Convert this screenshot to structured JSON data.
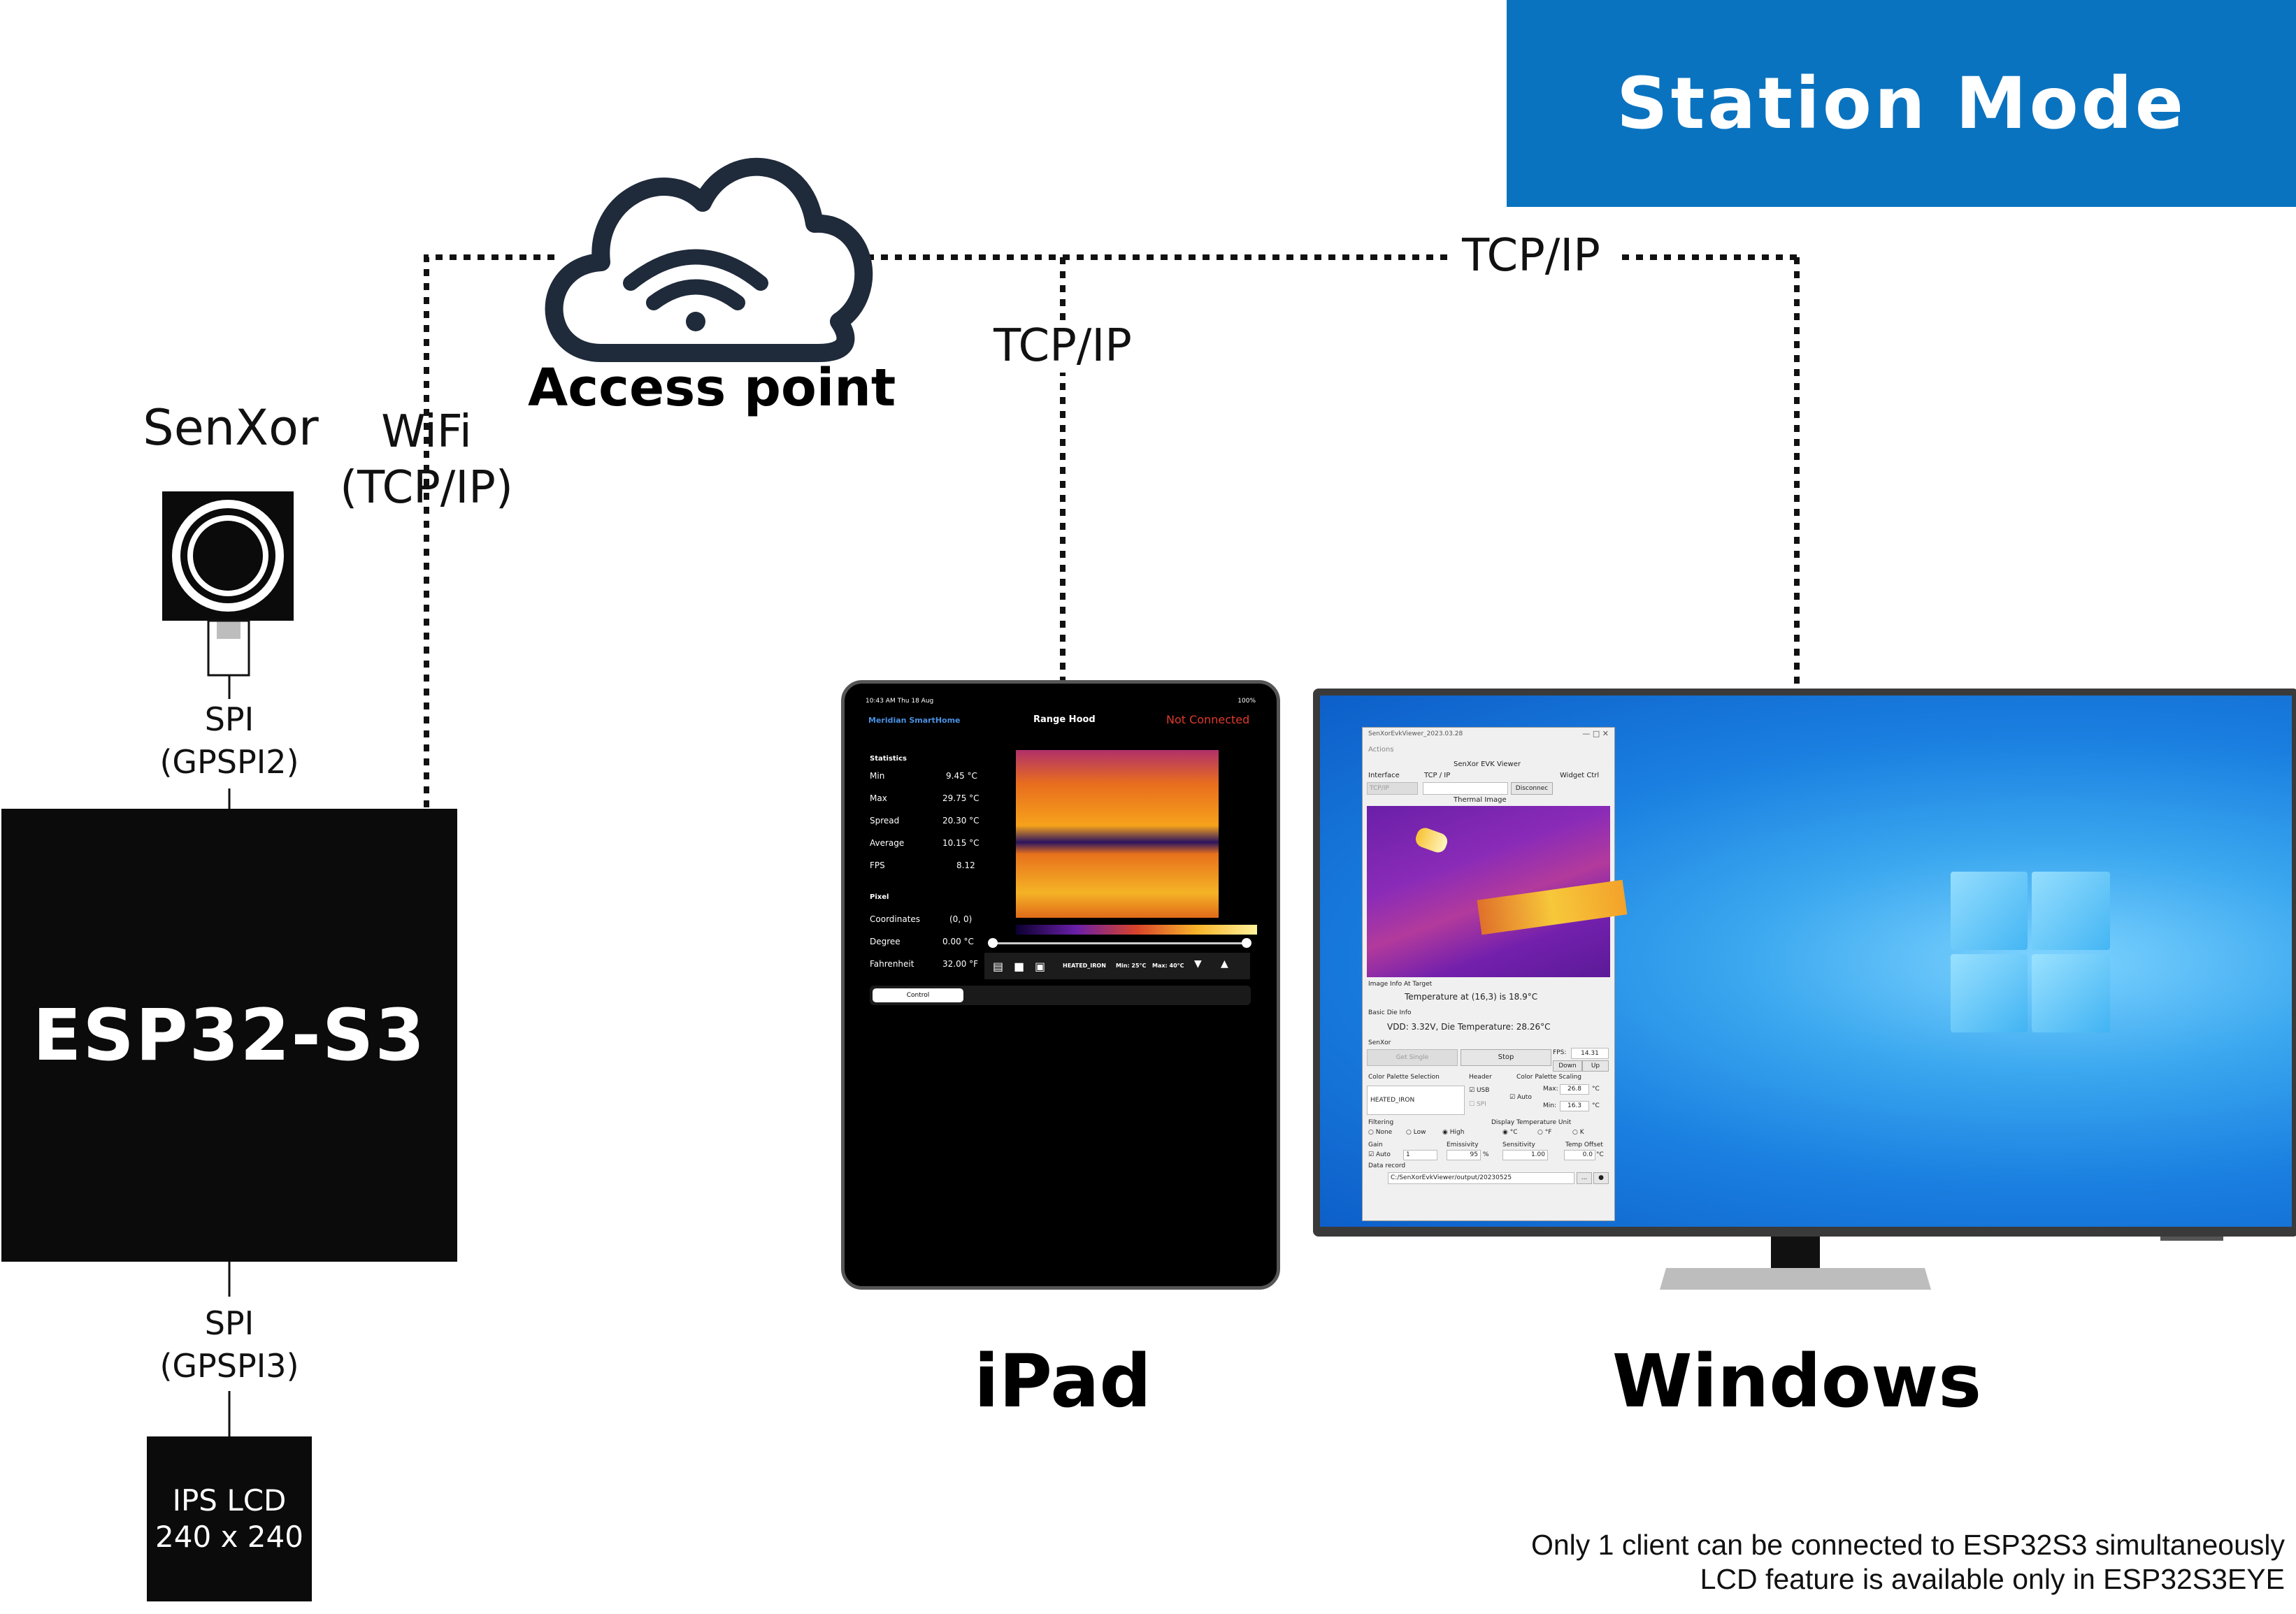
{
  "banner": {
    "title": "Station Mode"
  },
  "cloud": {
    "label": "Access point"
  },
  "links": {
    "wifi_line1": "WiFi",
    "wifi_line2": "(TCP/IP)",
    "ipad_link": "TCP/IP",
    "windows_link": "TCP/IP",
    "spi_top_line1": "SPI",
    "spi_top_line2": "(GPSPI2)",
    "spi_bottom_line1": "SPI",
    "spi_bottom_line2": "(GPSPI3)"
  },
  "senxor": {
    "label": "SenXor"
  },
  "esp": {
    "label": "ESP32-S3"
  },
  "lcd": {
    "line1": "IPS LCD",
    "line2": "240 x 240"
  },
  "ipad": {
    "label": "iPad",
    "status_time": "10:43 AM   Thu 18 Aug",
    "battery": "100%",
    "back": "Meridian SmartHome",
    "title": "Range Hood",
    "connection": "Not Connected",
    "stats_header": "Statistics",
    "stats": [
      {
        "k": "Min",
        "v": "9.45 °C"
      },
      {
        "k": "Max",
        "v": "29.75 °C"
      },
      {
        "k": "Spread",
        "v": "20.30 °C"
      },
      {
        "k": "Average",
        "v": "10.15 °C"
      },
      {
        "k": "FPS",
        "v": "8.12"
      }
    ],
    "pixel_header": "Pixel",
    "pixel": [
      {
        "k": "Coordinates",
        "v": "(0, 0)"
      },
      {
        "k": "Degree",
        "v": "0.00 °C"
      },
      {
        "k": "Fahrenheit",
        "v": "32.00 °F"
      }
    ],
    "toolbar_palette": "HEATED_IRON",
    "toolbar_min": "Min: 25°C",
    "toolbar_max": "Max: 40°C",
    "tab_control": "Control"
  },
  "windows": {
    "label": "Windows",
    "app_title": "SenXorEvkViewer_2023.03.28",
    "menu": "Actions",
    "viewer_title": "SenXor EVK Viewer",
    "interface_label": "Interface",
    "interface_value": "TCP/IP",
    "tcp_label": "TCP / IP",
    "disconnect": "Disconnec",
    "widget_ctrl": "Widget Ctrl",
    "thermal_label": "Thermal Image",
    "info_target": "Image Info At Target",
    "temperature": "Temperature at (16,3) is 18.9°C",
    "die_info": "Basic Die Info",
    "vdd": "VDD: 3.32V, Die Temperature: 28.26°C",
    "senxor_label": "SenXor",
    "get_single": "Get Single",
    "stop": "Stop",
    "fps_label": "FPS:",
    "fps_value": "14.31",
    "down": "Down",
    "up": "Up",
    "palette_sel": "Color Palette Selection",
    "header": "Header",
    "palette_scaling": "Color Palette Scaling",
    "palette_value": "HEATED_IRON",
    "usb": "USB",
    "spi": "SPI",
    "auto": "Auto",
    "max_label": "Max:",
    "max_value": "26.8",
    "min_label": "Min:",
    "min_value": "16.3",
    "unit_c": "°C",
    "filtering": "Filtering",
    "display_unit": "Display Temperature Unit",
    "none": "None",
    "low": "Low",
    "high": "High",
    "deg_c": "°C",
    "deg_f": "°F",
    "deg_k": "K",
    "gain": "Gain",
    "emissivity": "Emissivity",
    "sensitivity": "Sensitivity",
    "temp_offset": "Temp Offset",
    "gain_auto": "Auto",
    "gain_value": "1",
    "emissivity_value": "95",
    "pct": "%",
    "sensitivity_value": "1.00",
    "offset_value": "0.0",
    "data_record": "Data record",
    "path": "C:/SenXorEvkViewer/output/20230525"
  },
  "notes": {
    "line1": "Only 1 client can be connected to ESP32S3 simultaneously",
    "line2": "LCD feature is available only in ESP32S3EYE"
  }
}
